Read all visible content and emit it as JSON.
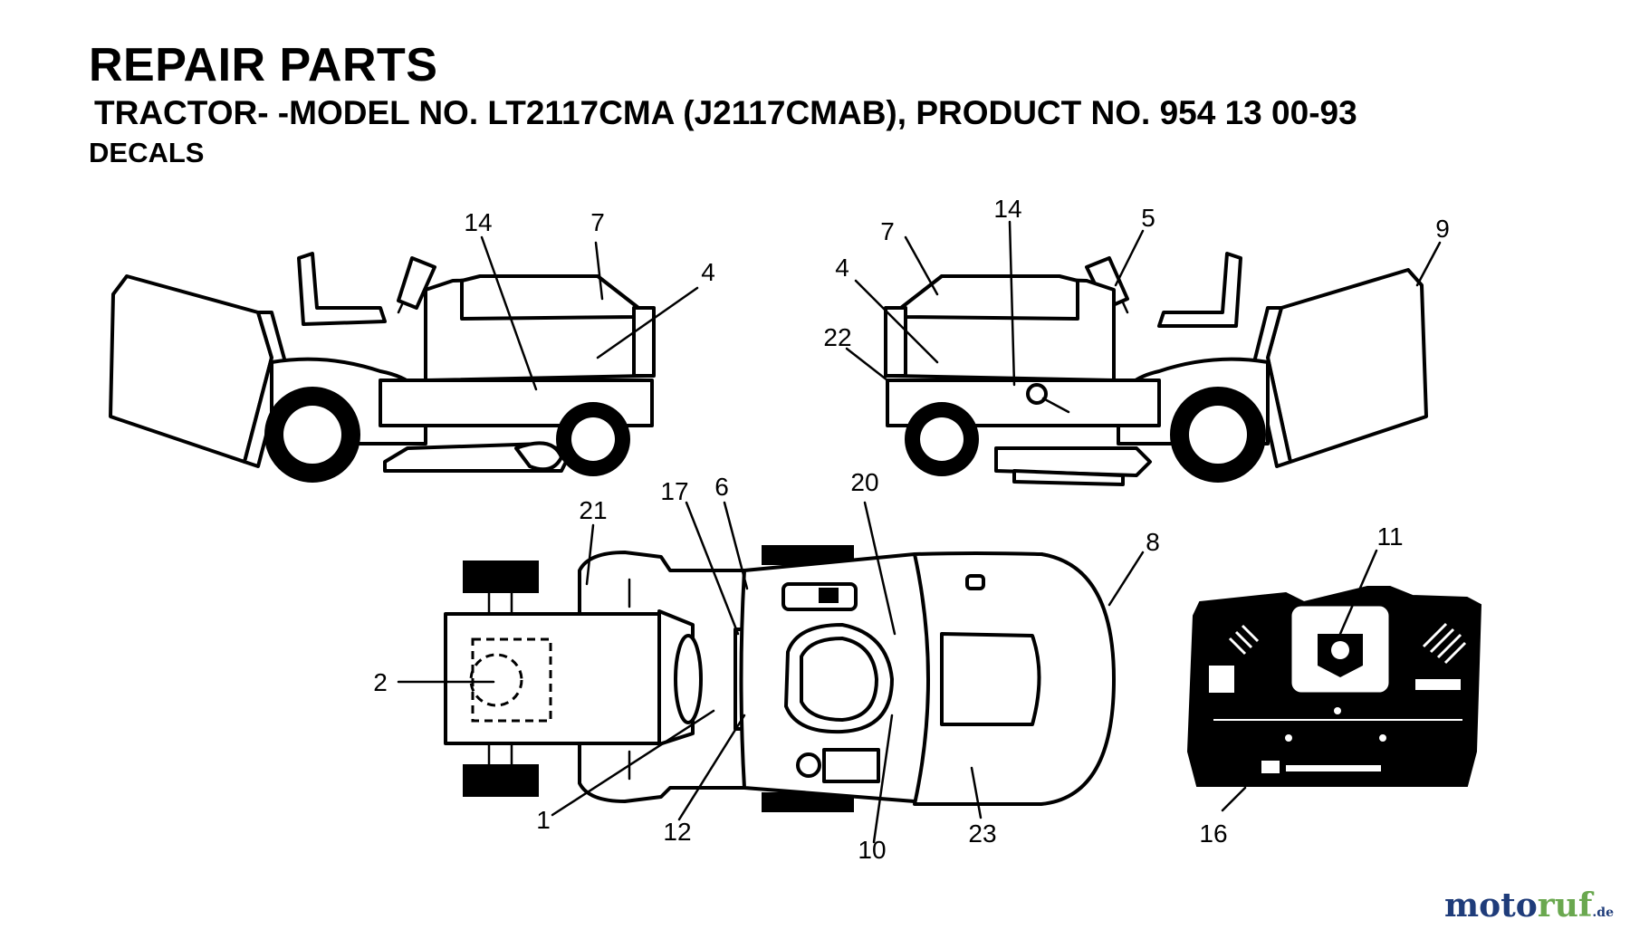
{
  "header": {
    "title": "REPAIR PARTS",
    "subtitle": "TRACTOR- -MODEL NO. LT2117CMA (J2117CMAB), PRODUCT NO. 954 13 00-93",
    "section": "DECALS"
  },
  "callouts": {
    "left_view": [
      "14",
      "7",
      "4"
    ],
    "right_view": [
      "7",
      "14",
      "5",
      "9",
      "4",
      "22"
    ],
    "top_view": [
      "21",
      "17",
      "6",
      "20",
      "8",
      "2",
      "1",
      "12",
      "10",
      "23"
    ],
    "dash_panel": [
      "11",
      "16"
    ]
  },
  "watermark": {
    "main": "moto",
    "accent": "ruf",
    "suffix": ".de"
  }
}
